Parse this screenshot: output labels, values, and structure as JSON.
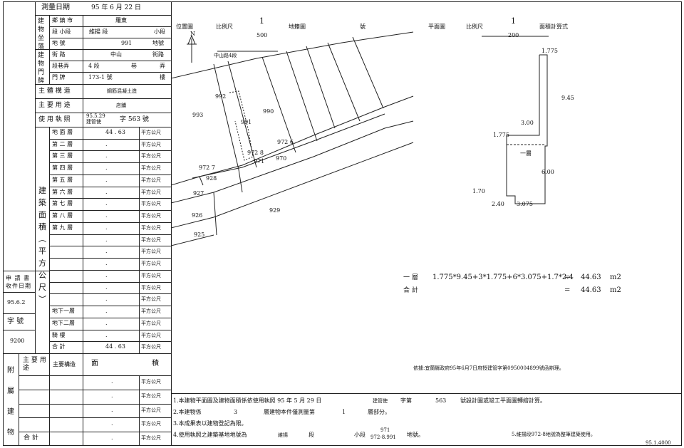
{
  "left": {
    "survey_date_label": "測量日期",
    "survey_date_value": "95 年 6 月 22 日",
    "bldg_loc_label": "建物坐落",
    "township_label": "鄉 鎮 市",
    "township_value": "羅東",
    "section_label": "段 小段",
    "section_value": "維揚 段",
    "subsection_suffix": "小段",
    "land_no_label": "地 號",
    "land_no_value": "991",
    "land_no_suffix": "地號",
    "doorplate_label": "建物門牌",
    "street_label": "街 路",
    "street_value": "中山",
    "street_suffix": "街路",
    "lane_label": "段巷弄",
    "lane_value": "4 段",
    "lane_suffix1": "巷",
    "lane_suffix2": "弄",
    "number_label": "門 牌",
    "number_value": "173-1 號",
    "floor_suffix": "樓",
    "structure_label": "主 體 構 造",
    "structure_value": "鋼筋混凝土造",
    "use_label": "主 要 用 途",
    "use_value": "店鋪",
    "permit_label": "使 用 執 照",
    "permit_prefix_top": "95.5.29",
    "permit_prefix_bottom": "建管使",
    "permit_value": "字 563 號",
    "area_vertical_label": [
      "建",
      "築",
      "面",
      "積",
      "︵",
      "平",
      "方",
      "公",
      "尺",
      "︶"
    ],
    "floors": [
      {
        "name": "地 面 層",
        "value": "44 . 63",
        "unit": "平方公尺"
      },
      {
        "name": "第 二 層",
        "value": ".",
        "unit": "平方公尺"
      },
      {
        "name": "第 三 層",
        "value": ".",
        "unit": "平方公尺"
      },
      {
        "name": "第 四 層",
        "value": ".",
        "unit": "平方公尺"
      },
      {
        "name": "第 五 層",
        "value": ".",
        "unit": "平方公尺"
      },
      {
        "name": "第 六 層",
        "value": ".",
        "unit": "平方公尺"
      },
      {
        "name": "第 七 層",
        "value": ".",
        "unit": "平方公尺"
      },
      {
        "name": "第 八 層",
        "value": ".",
        "unit": "平方公尺"
      },
      {
        "name": "第 九 層",
        "value": ".",
        "unit": "平方公尺"
      },
      {
        "name": "",
        "value": ".",
        "unit": "平方公尺"
      },
      {
        "name": "",
        "value": ".",
        "unit": "平方公尺"
      },
      {
        "name": "",
        "value": ".",
        "unit": "平方公尺"
      },
      {
        "name": "",
        "value": ".",
        "unit": "平方公尺"
      },
      {
        "name": "",
        "value": ".",
        "unit": "平方公尺"
      },
      {
        "name": "",
        "value": ".",
        "unit": "平方公尺"
      },
      {
        "name": "地下一層",
        "value": ".",
        "unit": "平方公尺"
      },
      {
        "name": "地下二層",
        "value": ".",
        "unit": "平方公尺"
      },
      {
        "name": "騎  樓",
        "value": ".",
        "unit": "平方公尺"
      },
      {
        "name": "合  計",
        "value": "44 . 63",
        "unit": "平方公尺"
      }
    ],
    "app_date_label": "申 請 書 收件日期",
    "app_date_value": "95.6.2",
    "char_no_label": "字  號",
    "char_no_value": "9200",
    "annex_label": [
      "附",
      "屬",
      "建",
      "物"
    ],
    "annex_use_label": "主 要 用 途",
    "annex_struct_label": "主要構造",
    "annex_area_label": "面",
    "annex_area_label2": "積",
    "annex_rows": [
      {
        "value": ".",
        "unit": "平方公尺"
      },
      {
        "value": ".",
        "unit": "平方公尺"
      },
      {
        "value": ".",
        "unit": "平方公尺"
      },
      {
        "value": ".",
        "unit": "平方公尺"
      },
      {
        "value": ".",
        "unit": "平方公尺"
      }
    ],
    "annex_total_label": "合  計"
  },
  "location_map": {
    "title": "位置圖",
    "scale_label": "比例尺",
    "scale_num": "1",
    "scale_den": "500",
    "parcel_label": "地籍圖",
    "number_label": "號",
    "north": "N",
    "road_label": "中山路4段",
    "parcels": [
      "992",
      "993",
      "991",
      "990",
      "972 6",
      "972 8",
      "971",
      "970",
      "972 7",
      "928",
      "927",
      "929",
      "926",
      "925"
    ]
  },
  "floor_plan": {
    "title": "平面圖",
    "scale_label": "比例尺",
    "scale_num": "1",
    "scale_den": "200",
    "calc_label": "面積計算式",
    "dims": [
      "1.775",
      "9.45",
      "3.00",
      "1.775",
      "一層",
      "6.00",
      "1.70",
      "2.40",
      "3.075"
    ]
  },
  "calc": {
    "row1_label": "一 層",
    "row1_formula": "1.775*9.45+3*1.775+6*3.075+1.7*2.4",
    "row1_eq": "=",
    "row1_value": "44.63",
    "row1_unit": "m2",
    "row2_label": "合 計",
    "row2_eq": "=",
    "row2_value": "44.63",
    "row2_unit": "m2"
  },
  "basis_note": "依據:宜蘭縣政府95年6月7日府授建管字第0950004899號函辦理。",
  "notes": {
    "n1_a": "1.本建物平面圖及建物面積係依使用執照 95 年 5 月 29 日",
    "n1_b": "建管使",
    "n1_c": "字第",
    "n1_d": "563",
    "n1_e": "號設計圖或竣工平面圖轉繪計算。",
    "n2_a": "2.本建物係",
    "n2_b": "3",
    "n2_c": "層建物本件僅測量第",
    "n2_d": "1",
    "n2_e": "層部分。",
    "n3": "3.本成果表以建物登記為限。",
    "n4_a": "4.使用執照之建築基地地號為",
    "n4_b": "維揚",
    "n4_c": "段",
    "n4_d": "小段",
    "n4_e_top": "971",
    "n4_e_bottom": "972-8.991",
    "n4_f": "地號。",
    "n5": "5.維揚段972-8地號為整筆建築使用。"
  },
  "footer_code": "95.1.4000"
}
